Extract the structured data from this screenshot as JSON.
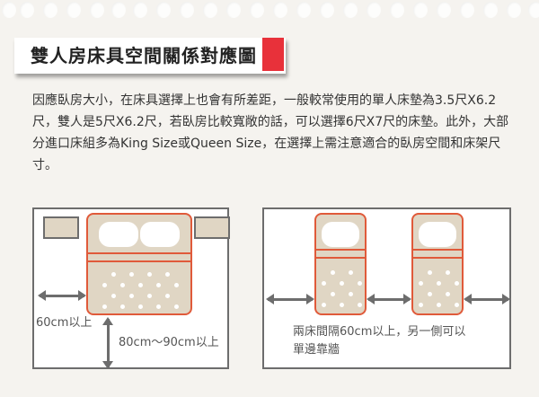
{
  "title": "雙人房床具空間關係對應圖",
  "colors": {
    "accent": "#e8313a",
    "bed_outline": "#e05a3a",
    "bed_fill": "#e0d6c4",
    "frame": "#6d6d6d"
  },
  "paragraph": "因應臥房大小，在床具選擇上也會有所差距，一般較常使用的單人床墊為3.5尺X6.2尺，雙人是5尺X6.2尺，若臥房比較寬敞的話，可以選擇6尺X7尺的床墊。此外，大部分進口床組多為King Size或Queen Size，在選擇上需注意適合的臥房空間和床架尺寸。",
  "diagram_double": {
    "side_label": "60cm以上",
    "foot_label": "80cm～90cm以上"
  },
  "diagram_twin": {
    "label_line1": "兩床間隔60cm以上，另一側可以",
    "label_line2": "單邊靠牆"
  }
}
